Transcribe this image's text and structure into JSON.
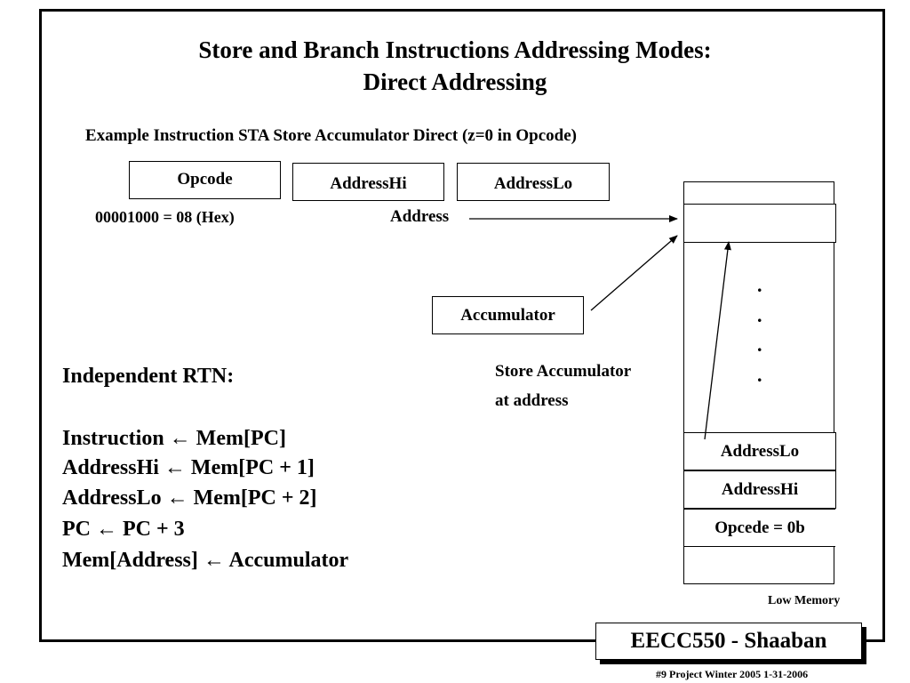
{
  "title": {
    "line1": "Store  and Branch Instructions Addressing Modes:",
    "line2": "Direct Addressing"
  },
  "subtitle": "Example Instruction  STA Store Accumulator Direct (z=0 in Opcode)",
  "instruction_fields": {
    "opcode": "Opcode",
    "address_hi": "AddressHi",
    "address_lo": "AddressLo"
  },
  "opcode_value": "00001000 = 08 (Hex)",
  "address_label": "Address",
  "accumulator_label": "Accumulator",
  "store_note": {
    "line1": "Store Accumulator",
    "line2": "at address"
  },
  "rtn": {
    "heading": "Independent RTN:",
    "lines": [
      "Instruction  ←    Mem[PC]",
      "AddressHi ←  Mem[PC + 1]",
      "AddressLo ←  Mem[PC + 2]",
      "PC  ←    PC + 3",
      "Mem[Address]  ← Accumulator"
    ]
  },
  "memory": {
    "dots": [
      ".",
      ".",
      ".",
      "."
    ],
    "cells": [
      "AddressLo",
      "AddressHi",
      "Opcede = 0b"
    ],
    "low_label": "Low Memory"
  },
  "footer": {
    "badge": "EECC550 - Shaaban",
    "note": "#9   Project  Winter 2005   1-31-2006"
  }
}
